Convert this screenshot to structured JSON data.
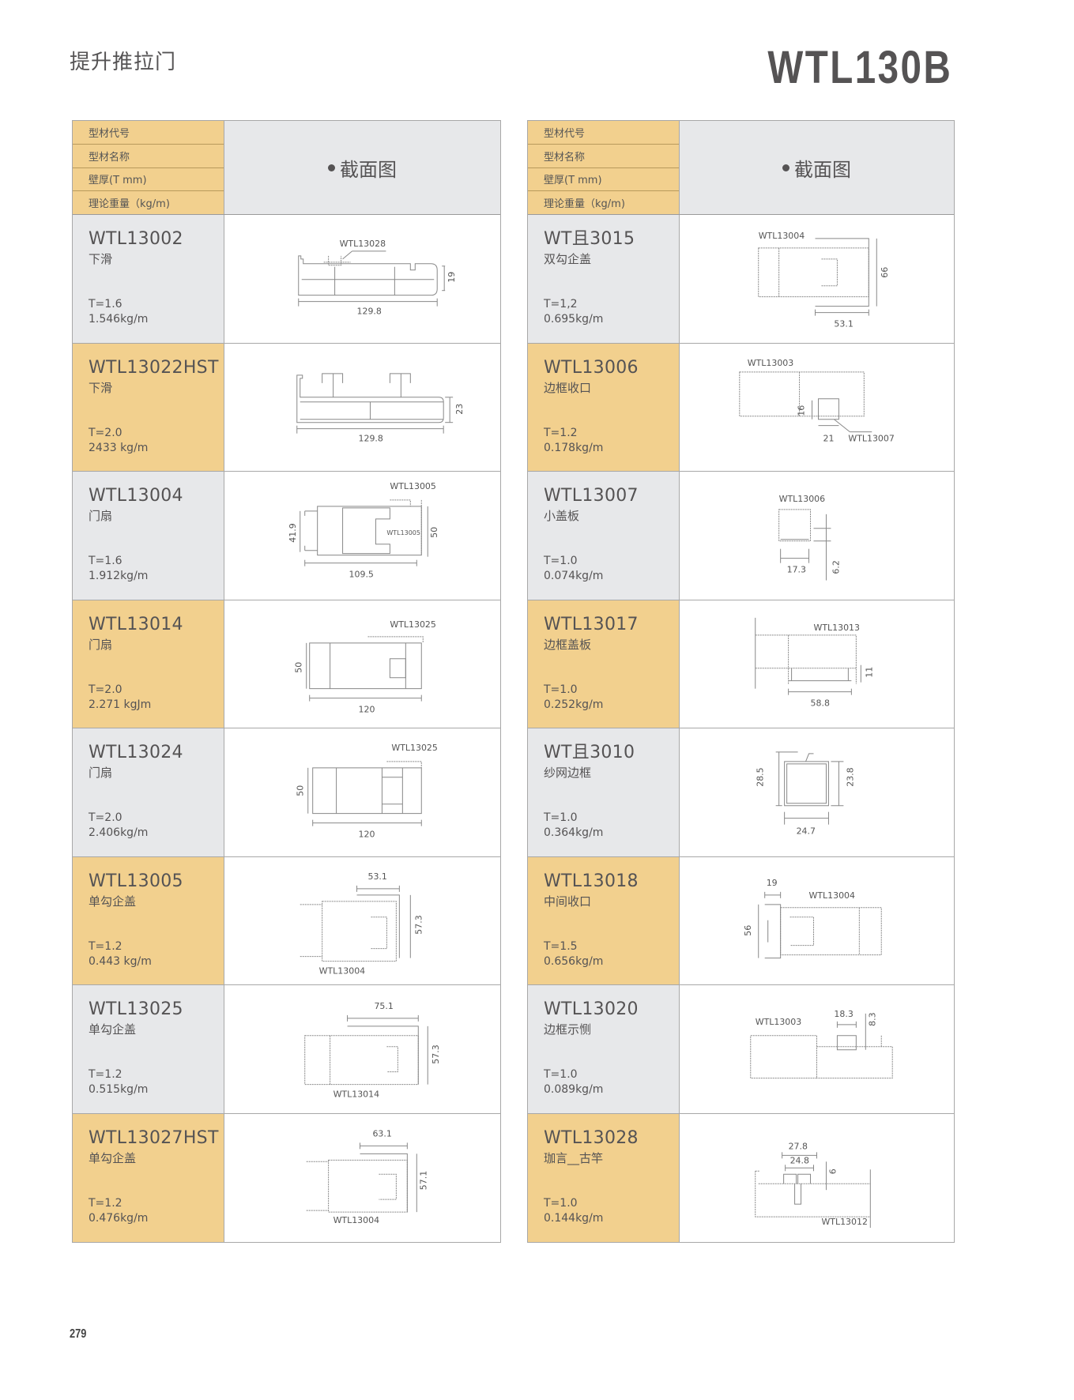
{
  "page": {
    "category": "提升推拉门",
    "model": "WTL130B",
    "page_number": "279"
  },
  "header": {
    "labels": [
      "型材代号",
      "型材名称",
      "壁厚(T mm)",
      "理论重量（kg/m)"
    ],
    "section_title": "截面图"
  },
  "colors": {
    "gold": "#f2d08e",
    "gray": "#e7e8ea",
    "text": "#555354",
    "border": "#a8a8a8"
  },
  "left_table": {
    "rows": [
      {
        "code": "WTL13002",
        "name": "下滑",
        "thickness": "T=1.6",
        "weight": "1.546kg/m",
        "bg": "gray",
        "diagram": {
          "labels": [
            "WTL13028"
          ],
          "dims": [
            "129.8",
            "19"
          ]
        }
      },
      {
        "code": "WTL13022HST",
        "name": "下滑",
        "thickness": "T=2.0",
        "weight": "2433 kg/m",
        "bg": "gold",
        "diagram": {
          "labels": [],
          "dims": [
            "129.8",
            "23"
          ]
        }
      },
      {
        "code": "WTL13004",
        "name": "门扇",
        "thickness": "T=1.6",
        "weight": "1.912kg/m",
        "bg": "gray",
        "diagram": {
          "labels": [
            "WTL13005",
            "WTL13005"
          ],
          "dims": [
            "109.5",
            "41.9",
            "50"
          ]
        }
      },
      {
        "code": "WTL13014",
        "name": "门扇",
        "thickness": "T=2.0",
        "weight": "2.271 kgJm",
        "bg": "gold",
        "diagram": {
          "labels": [
            "WTL13025"
          ],
          "dims": [
            "120",
            "50"
          ]
        }
      },
      {
        "code": "WTL13024",
        "name": "门扇",
        "thickness": "T=2.0",
        "weight": "2.406kg/m",
        "bg": "gray",
        "diagram": {
          "labels": [
            "WTL13025"
          ],
          "dims": [
            "120",
            "50"
          ]
        }
      },
      {
        "code": "WTL13005",
        "name": "单勾企盖",
        "thickness": "T=1.2",
        "weight": "0.443 kg/m",
        "bg": "gold",
        "diagram": {
          "labels": [
            "WTL13004"
          ],
          "dims": [
            "53.1",
            "57.3"
          ]
        }
      },
      {
        "code": "WTL13025",
        "name": "单勾企盖",
        "thickness": "T=1.2",
        "weight": "0.515kg/m",
        "bg": "gray",
        "diagram": {
          "labels": [
            "WTL13014"
          ],
          "dims": [
            "75.1",
            "57.3"
          ]
        }
      },
      {
        "code": "WTL13027HST",
        "name": "单勾企盖",
        "thickness": "T=1.2",
        "weight": "0.476kg/m",
        "bg": "gold",
        "diagram": {
          "labels": [
            "WTL13004"
          ],
          "dims": [
            "63.1",
            "57.1"
          ]
        }
      }
    ]
  },
  "right_table": {
    "rows": [
      {
        "code": "WT且3015",
        "name": "双勾企盖",
        "thickness": "T=1,2",
        "weight": "0.695kg/m",
        "bg": "gray",
        "diagram": {
          "labels": [
            "WTL13004"
          ],
          "dims": [
            "53.1",
            "66"
          ]
        }
      },
      {
        "code": "WTL13006",
        "name": "边框收口",
        "thickness": "T=1.2",
        "weight": "0.178kg/m",
        "bg": "gold",
        "diagram": {
          "labels": [
            "WTL13003",
            "WTL13007"
          ],
          "dims": [
            "16",
            "21"
          ]
        }
      },
      {
        "code": "WTL13007",
        "name": "小盖板",
        "thickness": "T=1.0",
        "weight": "0.074kg/m",
        "bg": "gray",
        "diagram": {
          "labels": [
            "WTL13006"
          ],
          "dims": [
            "17.3",
            "6.2"
          ]
        }
      },
      {
        "code": "WTL13017",
        "name": "边框盖板",
        "thickness": "T=1.0",
        "weight": "0.252kg/m",
        "bg": "gold",
        "diagram": {
          "labels": [
            "WTL13013"
          ],
          "dims": [
            "58.8",
            "11"
          ]
        }
      },
      {
        "code": "WT且3010",
        "name": "纱网边框",
        "thickness": "T=1.0",
        "weight": "0.364kg/m",
        "bg": "gray",
        "diagram": {
          "labels": [],
          "dims": [
            "28.5",
            "23.8",
            "24.7"
          ]
        }
      },
      {
        "code": "WTL13018",
        "name": "中间收口",
        "thickness": "T=1.5",
        "weight": "0.656kg/m",
        "bg": "gold",
        "diagram": {
          "labels": [
            "WTL13004"
          ],
          "dims": [
            "19",
            "56"
          ]
        }
      },
      {
        "code": "WTL13020",
        "name": "边框示恻",
        "thickness": "T=1.0",
        "weight": "0.089kg/m",
        "bg": "gray",
        "diagram": {
          "labels": [
            "WTL13003"
          ],
          "dims": [
            "18.3",
            "8.3"
          ]
        }
      },
      {
        "code": "WTL13028",
        "name": "珈言__古竿",
        "thickness": "T=1.0",
        "weight": "0.144kg/m",
        "bg": "gold",
        "diagram": {
          "labels": [
            "WTL13012"
          ],
          "dims": [
            "27.8",
            "24.8",
            "6"
          ]
        }
      }
    ]
  }
}
